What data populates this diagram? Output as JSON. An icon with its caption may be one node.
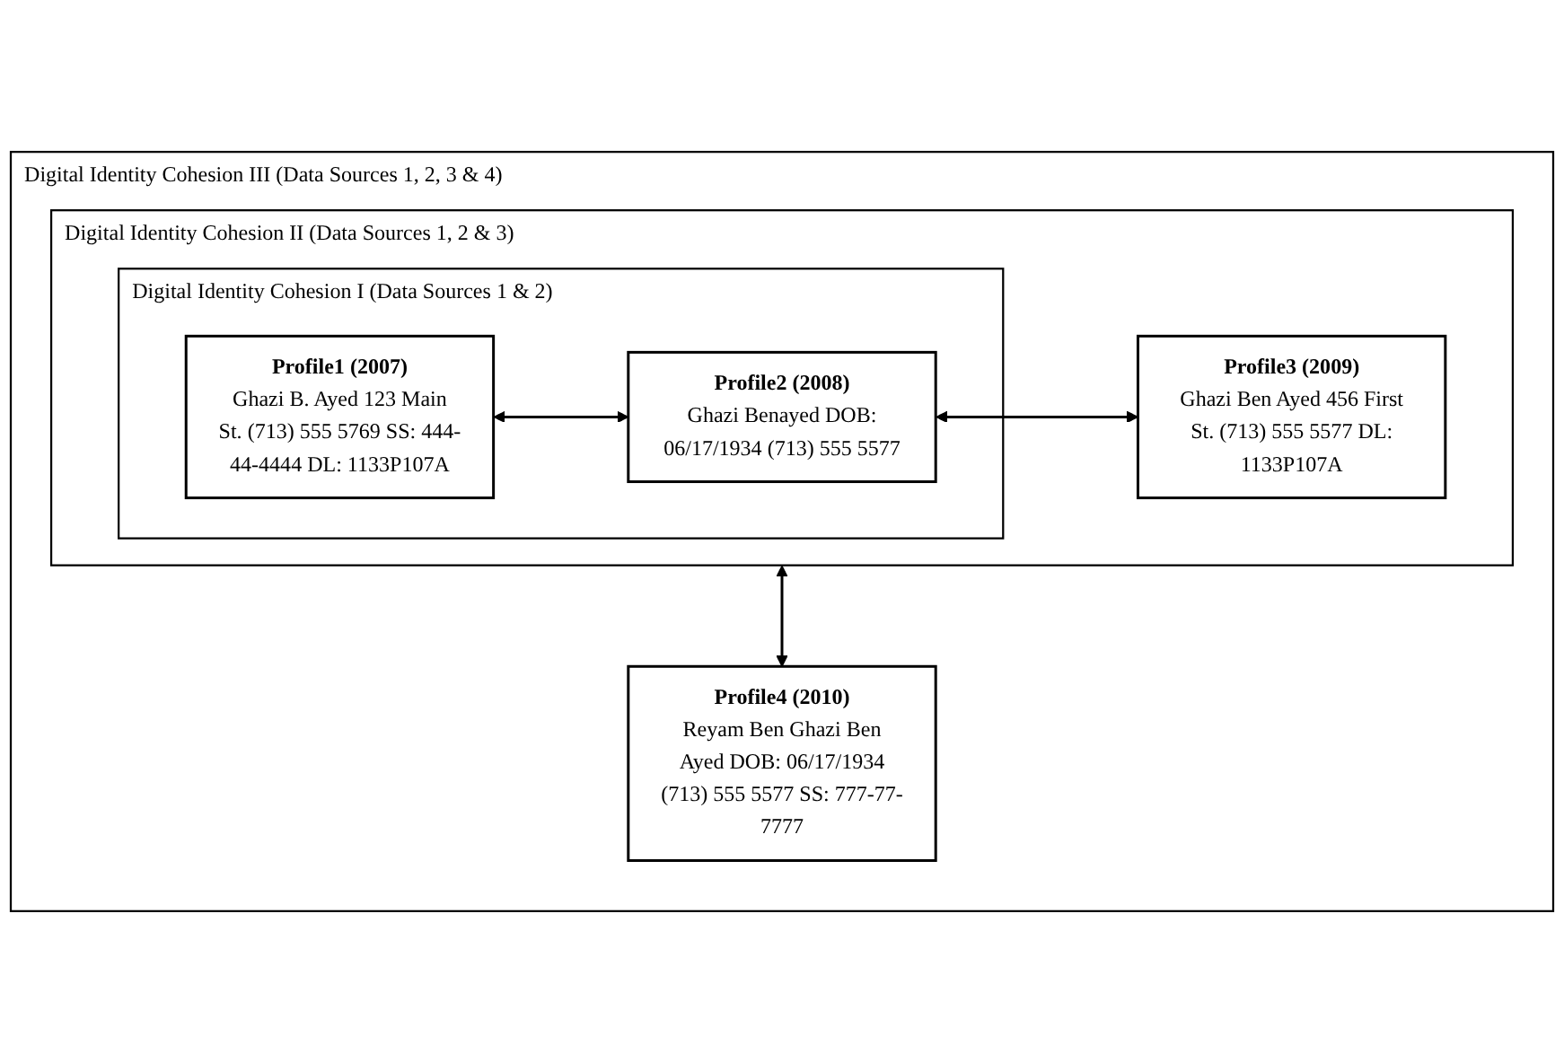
{
  "diagram": {
    "nodes": [
      {
        "text": [
          "Digital Identity Cohesion III (Data Sources 1, 2, 3 & 4)"
        ]
      },
      {
        "text": [
          "Digital Identity Cohesion II (Data Sources 1, 2 & 3)"
        ],
        "in": 0
      },
      {
        "text": [
          "Digital Identity Cohesion I (Data Sources 1 & 2)"
        ],
        "in": 1
      },
      {
        "text": [
          "Profile1 (2007)",
          "Ghazi B. Ayed 123 Main St. (713) 555 5769 SS: 444-44-4444 DL: 1133P107A"
        ],
        "in": 2
      },
      {
        "text": [
          "Profile2 (2008)",
          "Ghazi Benayed DOB: 06/17/1934 (713) 555 5577"
        ],
        "in": 2
      },
      {
        "text": [
          "Profile3 (2009)",
          "Ghazi Ben Ayed 456 First St. (713) 555 5577 DL: 1133P107A"
        ],
        "in": 1
      },
      {
        "text": [
          "Profile4 (2010)",
          "Reyam Ben Ghazi Ben Ayed DOB: 06/17/1934 (713) 555 5577 SS: 777-77-7777"
        ],
        "in": 0
      }
    ],
    "edges": [
      {
        "from": 3,
        "to": 4,
        "arrow": "both"
      },
      {
        "from": 4,
        "to": 5,
        "arrow": "both"
      },
      {
        "from": 1,
        "to": 6,
        "arrow": "both"
      }
    ]
  }
}
